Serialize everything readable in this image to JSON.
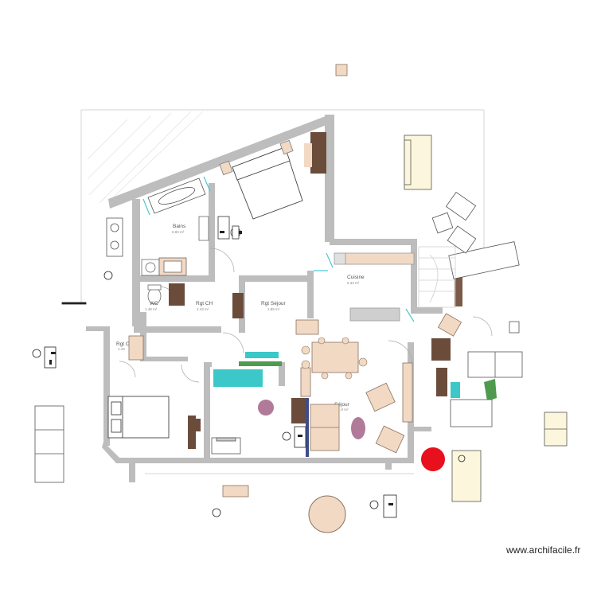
{
  "plan": {
    "rooms": [
      {
        "id": "bains",
        "name": "Bains",
        "area": "6.83 m²"
      },
      {
        "id": "wc",
        "name": "WC",
        "area": "1.48 m²"
      },
      {
        "id": "rgt-ch",
        "name": "Rgt CH",
        "area": "2.43 m²"
      },
      {
        "id": "rgt-sejour",
        "name": "Rgt Séjour",
        "area": "1.89 m²"
      },
      {
        "id": "cuisine",
        "name": "Cuisine",
        "area": "6.33 m²"
      },
      {
        "id": "rgt-c",
        "name": "Rgt C",
        "area": "1.43"
      },
      {
        "id": "sejour",
        "name": "Séjour",
        "area": "…8 m²"
      }
    ],
    "colors": {
      "wall": "#bdbdbd",
      "furniture_wood": "#f2d9c4",
      "dark_wood": "#6b4c3b",
      "bed_fill": "#ffffff",
      "cyan": "#3cc8c8",
      "pink": "#b07a98",
      "red_marker": "#e8101c",
      "green_accent": "#4f9a4f",
      "sofa_yellow": "#fbf6dc"
    }
  },
  "watermark": "www.archifacile.fr"
}
